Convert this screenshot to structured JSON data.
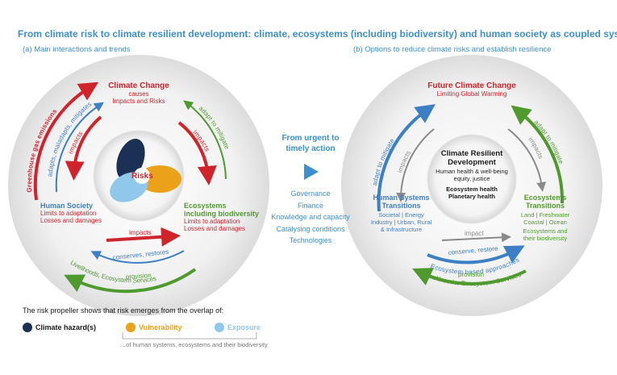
{
  "title": "From climate risk to climate resilient development: climate, ecosystems (including biodiversity) and human society as coupled systems",
  "panel_a": {
    "subtitle": "(a) Main interactions and trends",
    "climate_change": {
      "title": "Climate Change",
      "line1": "causes",
      "line2": "Impacts and Risks"
    },
    "human_society": {
      "title": "Human Society",
      "line1": "Limits to adaptation",
      "line2": "Losses and damages"
    },
    "ecosystems": {
      "title": "Ecosystems",
      "title2": "including biodiversity",
      "line1": "Limits to adaptation",
      "line2": "Losses and damages"
    },
    "center": "Risks",
    "arrows": {
      "ghg": "Greenhouse gas emissions",
      "adapts": "adapts, maladapts, mitigates",
      "impacts_left": "impacts",
      "adapt_to_mitigate": "adapt to mitigate",
      "impacts_right": "impacts",
      "impacts_bottom": "impacts",
      "conserves": "conserves, restores",
      "provision": "provision",
      "livelihoods": "Livelihoods, Ecosystem Services"
    }
  },
  "middle": {
    "heading1": "From urgent to",
    "heading2": "timely action",
    "items": [
      "Governance",
      "Finance",
      "Knowledge and capacity",
      "Catalysing conditions",
      "Technologies"
    ]
  },
  "panel_b": {
    "subtitle": "(b) Options to reduce climate risks and establish resilience",
    "future": {
      "title": "Future Climate Change",
      "line1": "Limiting Global Warming"
    },
    "crd": {
      "title1": "Climate Resilient",
      "title2": "Development",
      "line1": "Human health & well-being",
      "line2": "equity, justice",
      "line3": "Ecosystem health",
      "line4": "Planetary health"
    },
    "human_systems": {
      "title1": "Human Systems",
      "title2": "Transitions",
      "l1": "Societal | Energy",
      "l2": "Industry | Urban, Rural",
      "l3": "& Infrastructure"
    },
    "eco_transitions": {
      "title1": "Ecosystems",
      "title2": "Transitions",
      "l1": "Land | Freshwater",
      "l2": "Coastal | Ocean",
      "l3": "Ecosystems and",
      "l4": "their biodiversity"
    },
    "arrows": {
      "adapt_left": "adapt to mitigate",
      "impacts_left": "impacts",
      "adapt_right": "adapt to mitigate",
      "impacts_right": "impacts",
      "impact_bottom": "impact",
      "conserve": "conserve, restore",
      "eba": "Ecosystem based approaches",
      "provision": "provision",
      "livelihoods": "Livelihoods, Ecosystem Services"
    }
  },
  "legend": {
    "intro": "The risk propeller shows that risk emerges from the overlap of:",
    "hazard": "Climate hazard(s)",
    "vulnerability": "Vulnerability",
    "exposure": "Exposure",
    "note": "...of human systems, ecosystems and their biodiversity"
  },
  "colors": {
    "blue": "#3d8fcf",
    "red": "#d0242c",
    "green": "#4f9a2e",
    "navy": "#1c2f55",
    "orange": "#eba21a",
    "lightblue": "#8fc8ea"
  }
}
